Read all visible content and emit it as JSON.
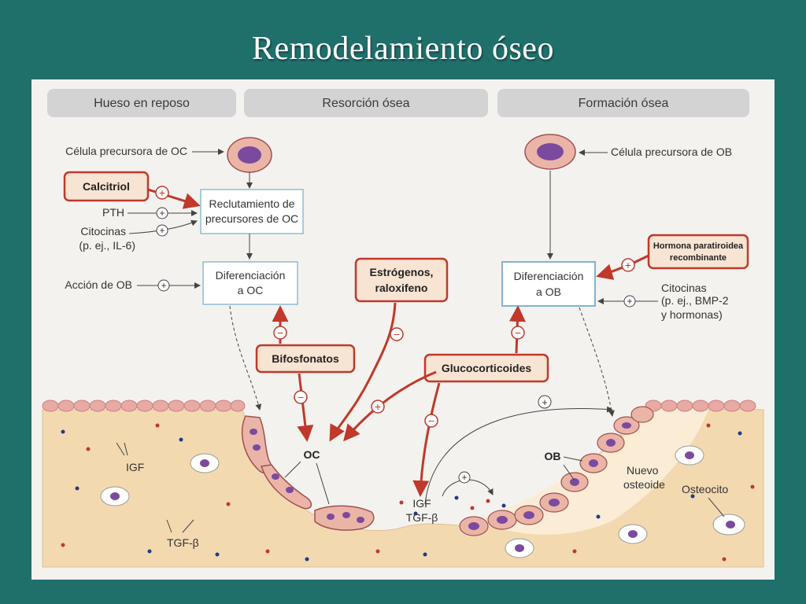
{
  "title": "Remodelamiento óseo",
  "headers": {
    "resting": "Hueso en reposo",
    "resorption": "Resorción ósea",
    "formation": "Formación ósea"
  },
  "labels": {
    "oc_precursor": "Célula precursora de OC",
    "ob_precursor": "Célula precursora de OB",
    "calcitriol": "Calcitriol",
    "pth": "PTH",
    "cytokines_line1": "Citocinas",
    "cytokines_line2": "(p. ej., IL-6)",
    "ob_action": "Acción de OB",
    "recruitment_line1": "Reclutamiento de",
    "recruitment_line2": "precursores de OC",
    "oc_diff_line1": "Diferenciación",
    "oc_diff_line2": "a OC",
    "ob_diff_line1": "Diferenciación",
    "ob_diff_line2": "a OB",
    "estrogens_line1": "Estrógenos,",
    "estrogens_line2": "raloxifeno",
    "pth_recomb_line1": "Hormona paratiroidea",
    "pth_recomb_line2": "recombinante",
    "cytokines_ob_line1": "Citocinas",
    "cytokines_ob_line2": "(p. ej., BMP-2",
    "cytokines_ob_line3": "y hormonas)",
    "bisphosphonates": "Bifosfonatos",
    "glucocorticoids": "Glucocorticoides",
    "oc": "OC",
    "ob": "OB",
    "igf_left": "IGF",
    "tgf_left": "TGF-β",
    "igf_mid": "IGF",
    "tgf_mid": "TGF-β",
    "new_osteoid_line1": "Nuevo",
    "new_osteoid_line2": "osteoide",
    "osteocyte": "Osteocito",
    "plus": "+",
    "minus": "−"
  },
  "colors": {
    "slide_bg": "#1f6f6b",
    "figure_bg": "#f4f2ee",
    "header_bg": "#d3d3d3",
    "drug_border": "#c0392b",
    "drug_fill": "#f7e4d2",
    "box_border": "#8fbcd0",
    "bone": "#f3d9b0",
    "cell_fill": "#eab5a7",
    "nucleus": "#7b4a9e",
    "lining": "#e9a9a5"
  }
}
